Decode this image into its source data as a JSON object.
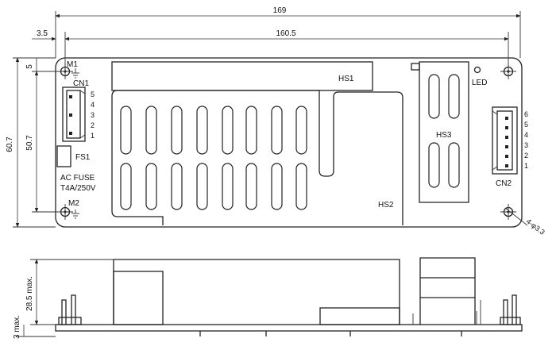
{
  "dimensions": {
    "overall_width": "169",
    "board_width": "160.5",
    "hole_offset": "3.5",
    "overall_height": "60.7",
    "hole_pitch_v": "50.7",
    "top_margin": "5",
    "component_height": "28.5 max.",
    "bottom_clearance": "3 max."
  },
  "labels": {
    "m1": "M1",
    "m2": "M2",
    "cn1": "CN1",
    "cn2": "CN2",
    "fs1": "FS1",
    "fuse_line1": "AC FUSE",
    "fuse_line2": "T4A/250V",
    "hs1": "HS1",
    "hs2": "HS2",
    "hs3": "HS3",
    "led": "LED",
    "hole_note": "4-φ3.3"
  },
  "cn1_pins": [
    "5",
    "4",
    "3",
    "2",
    "1"
  ],
  "cn2_pins": [
    "6",
    "5",
    "4",
    "3",
    "2",
    "1"
  ]
}
